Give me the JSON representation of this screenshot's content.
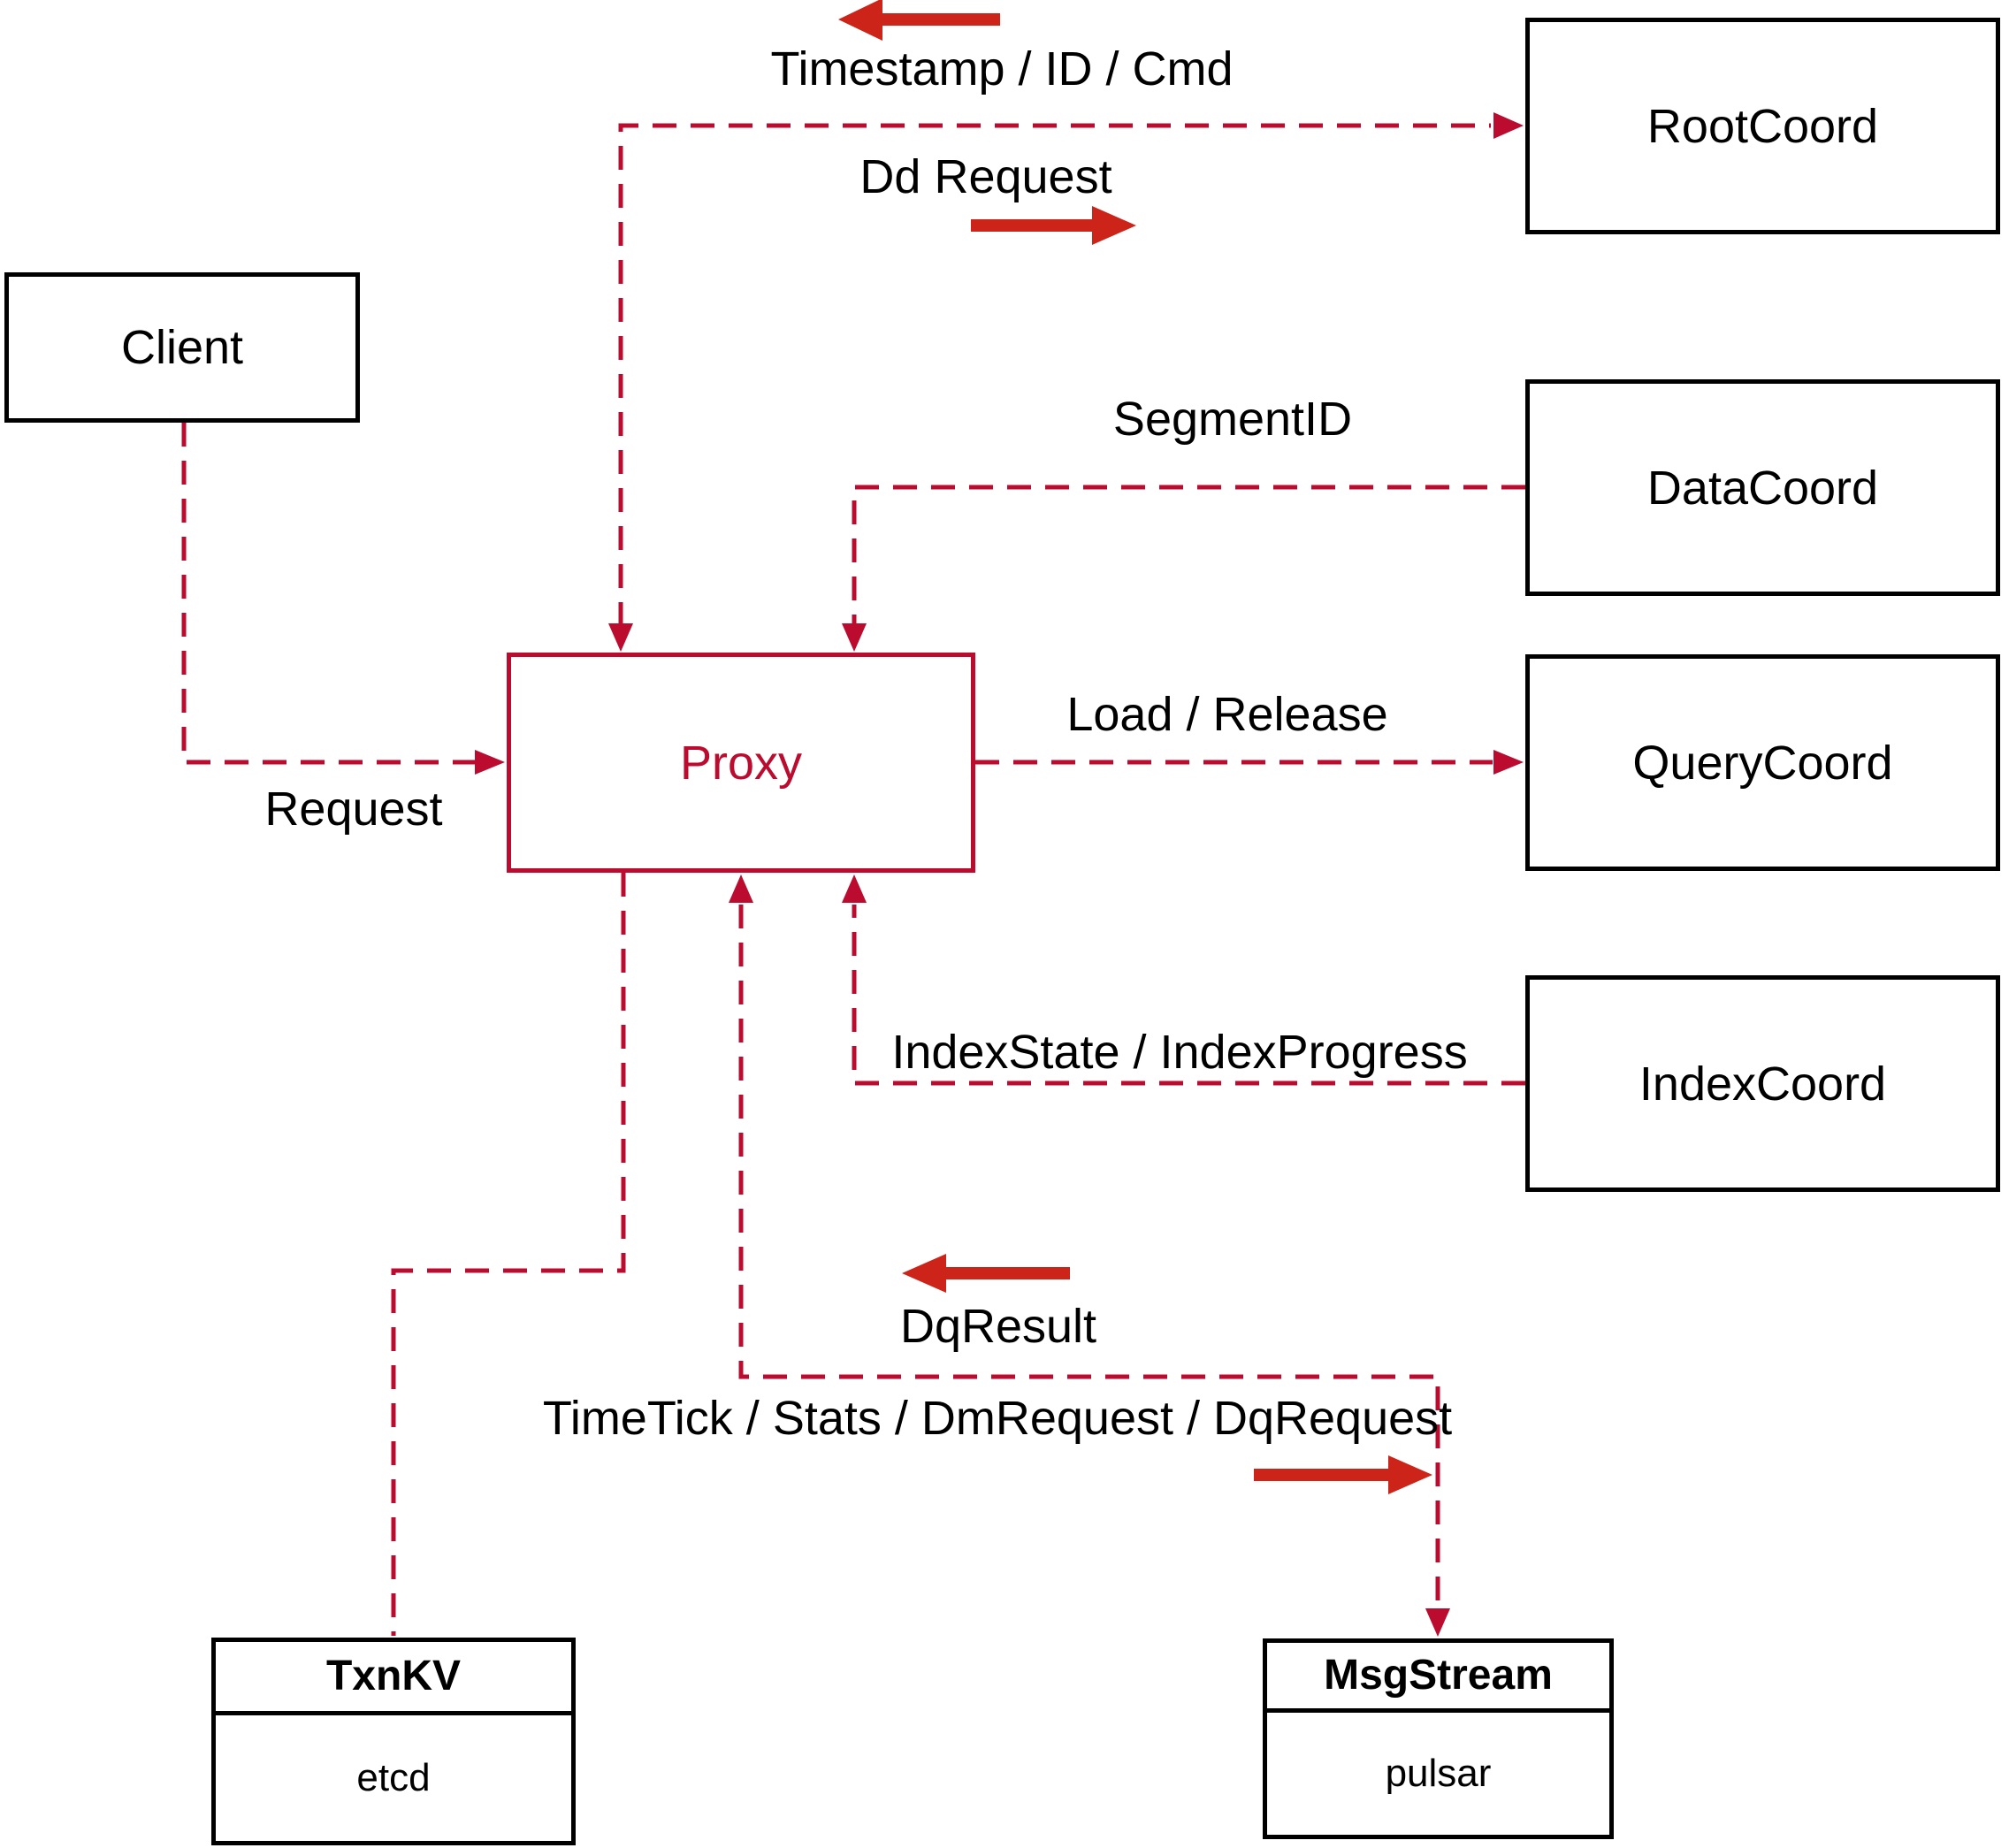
{
  "diagram": {
    "title": "Proxy interaction diagram",
    "nodes": {
      "client": {
        "label": "Client"
      },
      "proxy": {
        "label": "Proxy"
      },
      "root_coord": {
        "label": "RootCoord"
      },
      "data_coord": {
        "label": "DataCoord"
      },
      "query_coord": {
        "label": "QueryCoord"
      },
      "index_coord": {
        "label": "IndexCoord"
      },
      "txn_kv": {
        "title": "TxnKV",
        "impl": "etcd"
      },
      "msg_stream": {
        "title": "MsgStream",
        "impl": "pulsar"
      }
    },
    "edge_labels": {
      "timestamp": "Timestamp / ID / Cmd",
      "dd_request": "Dd Request",
      "segment_id": "SegmentID",
      "load_release": "Load / Release",
      "index_state": "IndexState / IndexProgress",
      "request": "Request",
      "dq_result": "DqResult",
      "time_tick": "TimeTick / Stats / DmRequest / DqRequest"
    },
    "edges": [
      {
        "from": "proxy",
        "to": "root_coord",
        "labels": [
          "timestamp",
          "dd_request"
        ],
        "style": "dashed-bidirectional"
      },
      {
        "from": "data_coord",
        "to": "proxy",
        "labels": [
          "segment_id"
        ],
        "style": "dashed-arrow"
      },
      {
        "from": "client",
        "to": "proxy",
        "labels": [
          "request"
        ],
        "style": "dashed-arrow"
      },
      {
        "from": "proxy",
        "to": "query_coord",
        "labels": [
          "load_release"
        ],
        "style": "dashed-arrow"
      },
      {
        "from": "index_coord",
        "to": "proxy",
        "labels": [
          "index_state"
        ],
        "style": "dashed-arrow"
      },
      {
        "from": "proxy",
        "to": "msg_stream",
        "labels": [
          "dq_result",
          "time_tick"
        ],
        "style": "dashed-bidirectional"
      },
      {
        "from": "proxy",
        "to": "txn_kv",
        "labels": [],
        "style": "dashed-plain"
      }
    ],
    "colors": {
      "dashed_line": "#bb0c2f",
      "solid_arrow": "#cc2418",
      "box_border": "#000000",
      "text": "#000000",
      "background": "#ffffff"
    }
  }
}
